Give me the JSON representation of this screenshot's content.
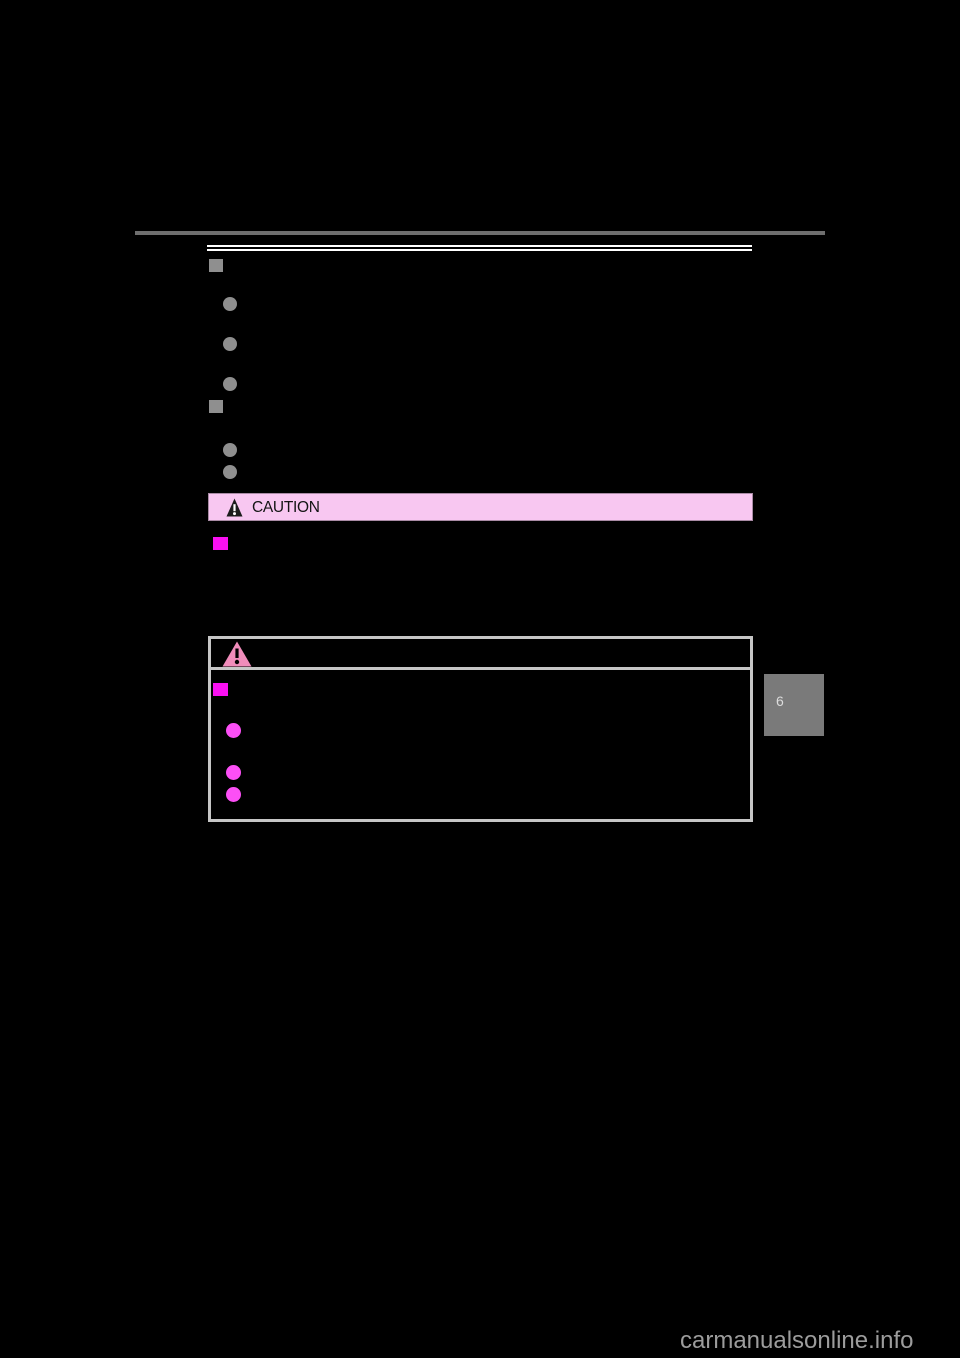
{
  "document": {
    "type": "owner-manual-redacted-page",
    "caution_banner": {
      "label": "CAUTION",
      "icon": "warning-triangle"
    },
    "warning_box": {
      "icon": "warning-triangle",
      "square_bullets": 1,
      "circle_bullets": 3
    },
    "body_bullets": {
      "square_heading_bullets": 2,
      "circle_list_bullets": 5
    },
    "section_tab": {
      "label": "6"
    },
    "watermark": {
      "text": "carmanualsonline.info"
    },
    "colors": {
      "page-bg": "#000000",
      "rule-gray": "#6e6e6e",
      "line-white": "#ffffff",
      "bullet-gray": "#8f8f8f",
      "banner-pink": "#f8c7f1",
      "banner-border": "#a98ba5",
      "triangle-black": "#1c1c1c",
      "magenta-square": "#fa10f2",
      "magenta-circle": "#fc4ff6",
      "box-border": "#c6c6c6",
      "pink-triangle": "#f08cba",
      "tab-bg": "#7a7a7a",
      "tab-text": "#dcdcdc",
      "watermark": "#9c9c9c"
    }
  }
}
